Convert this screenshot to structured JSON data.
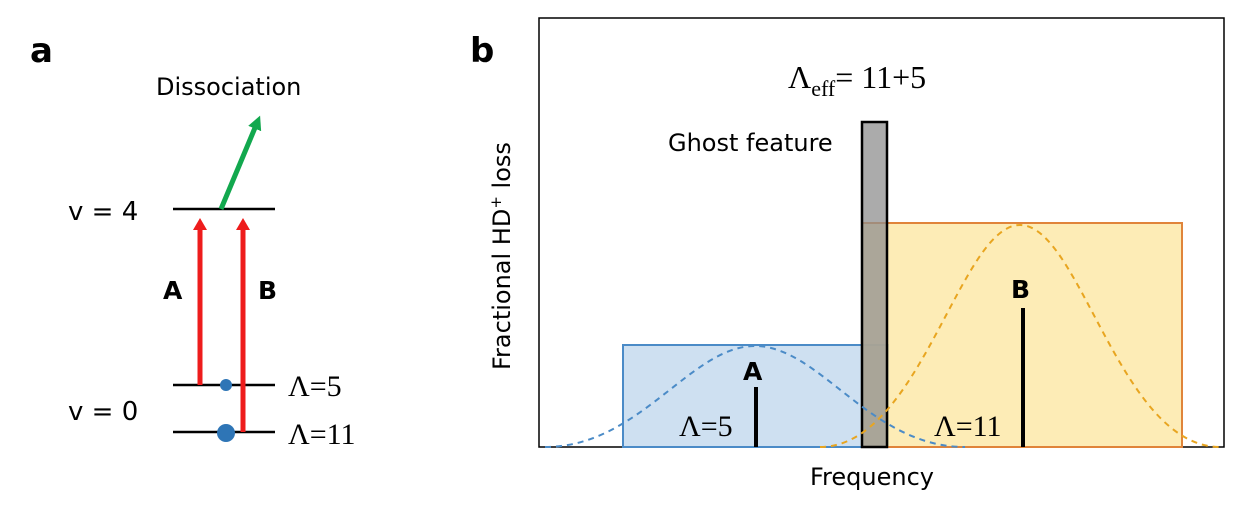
{
  "panel_a": {
    "label": "a",
    "dissociation": "Dissociation",
    "v_upper": "v = 4",
    "v_lower": "v = 0",
    "transition_a": "A",
    "transition_b": "B",
    "lambda5": "Λ=5",
    "lambda11": "Λ=11"
  },
  "panel_b": {
    "label": "b",
    "ylabel_main": "Fractional HD",
    "ylabel_sup": "+",
    "ylabel_tail": " loss",
    "xlabel": "Frequency",
    "lambda_eff": "Λ",
    "lambda_eff_sub": "eff",
    "lambda_eff_tail": "= 11+5",
    "ghost_label": "Ghost feature",
    "label_a": "A",
    "label_b": "B",
    "lambda5": "Λ=5",
    "lambda11": "Λ=11"
  },
  "colors": {
    "red_arrow": "#ee1c1c",
    "green_arrow": "#12a84e",
    "dot_blue": "#2e75b6",
    "box_a_fill": "#c9ddf0",
    "box_a_stroke": "#4b8bc7",
    "box_b_fill": "#fde9a9",
    "box_b_stroke": "#e0843a",
    "ghost_fill": "#a6a6a6"
  }
}
